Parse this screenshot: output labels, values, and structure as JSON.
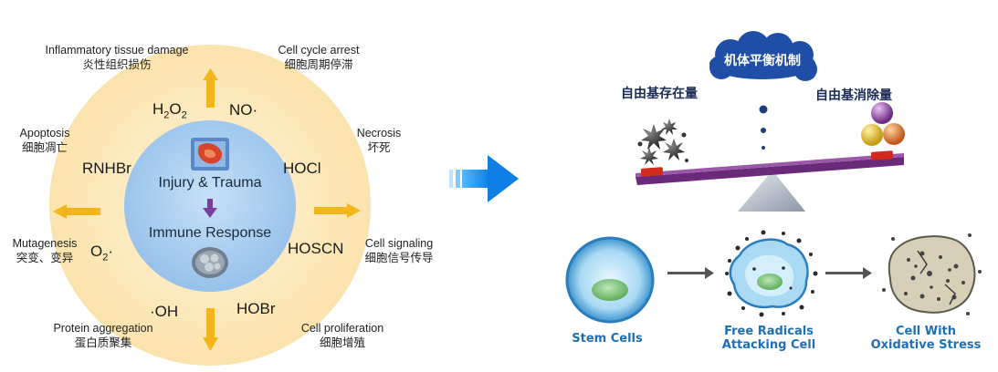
{
  "left": {
    "labels": [
      {
        "en": "Inflammatory tissue damage",
        "cn": "炎性组织损伤"
      },
      {
        "en": "Cell cycle arrest",
        "cn": "细胞周期停滞"
      },
      {
        "en": "Apoptosis",
        "cn": "细胞凋亡"
      },
      {
        "en": "Necrosis",
        "cn": "坏死"
      },
      {
        "en": "Mutagenesis",
        "cn": "突变、变异"
      },
      {
        "en": "Cell signaling",
        "cn": "细胞信号传导"
      },
      {
        "en": "Protein aggregation",
        "cn": "蛋白质聚集"
      },
      {
        "en": "Cell proliferation",
        "cn": "细胞增殖"
      }
    ],
    "chemicals": {
      "h2o2": "H2O2",
      "no": "NO·",
      "rnhbr": "RNHBr",
      "hocl": "HOCl",
      "o2": "O2·",
      "hoscn": "HOSCN",
      "oh": "·OH",
      "hobr": "HOBr"
    },
    "center_top": "Injury & Trauma",
    "center_bottom": "Immune Response"
  },
  "right": {
    "balance_title": "机体平衡机制",
    "left_label": "自由基存在量",
    "right_label": "自由基消除量",
    "stages": [
      {
        "line1": "Stem Cells",
        "line2": ""
      },
      {
        "line1": "Free Radicals",
        "line2": "Attacking Cell"
      },
      {
        "line1": "Cell With",
        "line2": "Oxidative Stress"
      }
    ]
  },
  "colors": {
    "outer_ring": "#fbe6b6",
    "inner_circle": "#a9cdef",
    "arrow_yellow": "#f3b61a",
    "arrow_blue": "#1e8ff0",
    "arrow_purple": "#7a3f9d",
    "seesaw_bar": "#6a2a7a",
    "cloud_blue": "#1f4ea6",
    "text_blue": "#1f6fb8"
  }
}
